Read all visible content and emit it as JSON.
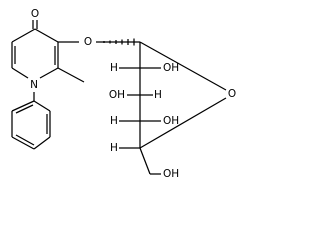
{
  "structure": {
    "atom_labels": {
      "carbonyl_oxygen": "O",
      "ring_nitrogen": "N",
      "ether_oxygen": "O",
      "h_c2": "H",
      "oh_c2": "OH",
      "h_c3": "H",
      "oh_c3": "OH",
      "h_c4": "H",
      "oh_c4": "OH",
      "ring_oxygen": "O",
      "h_c5": "H",
      "oh_ch2": "OH"
    }
  }
}
